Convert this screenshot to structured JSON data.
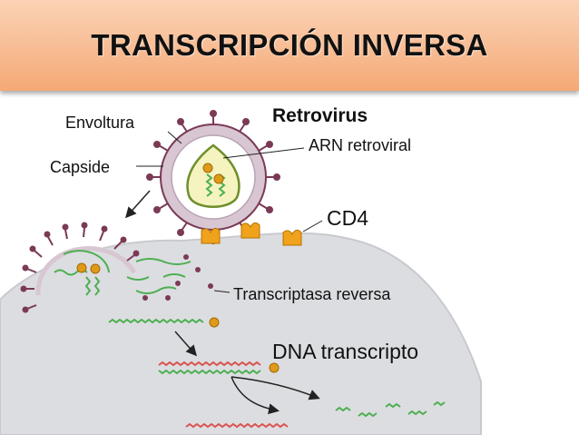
{
  "title": "TRANSCRIPCIÓN INVERSA",
  "labels": {
    "retrovirus": "Retrovirus",
    "envoltura": "Envoltura",
    "capside": "Capside",
    "arn_retroviral": "ARN retroviral",
    "cd4": "CD4",
    "transcriptasa": "Transcriptasa reversa",
    "dna_transcripto": "DNA transcripto"
  },
  "colors": {
    "title_bg_top": "#fbd3b6",
    "title_bg_bottom": "#f5a976",
    "cell": "#dcdde1",
    "cell_edge": "#c9cacf",
    "virus_membrane": "#d8c6d3",
    "spike": "#7a3a55",
    "capsid_fill": "#f5f3c0",
    "capsid_edge": "#6f8f2c",
    "rna_green": "#4caf50",
    "dna_red": "#d9534f",
    "enzyme": "#e09a1a",
    "receptor": "#f0a21c"
  }
}
